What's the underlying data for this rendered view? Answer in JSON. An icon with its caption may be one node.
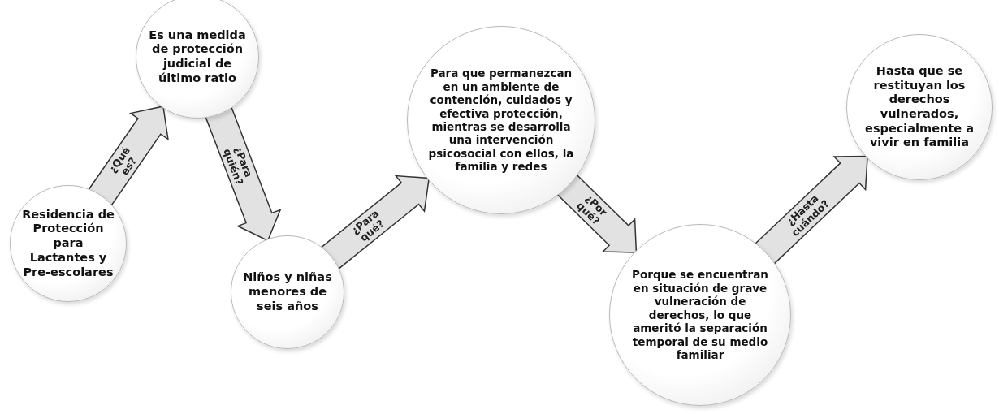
{
  "diagram": {
    "nodes": [
      {
        "text": [
          "Residencia de Protección para Lactantes y Pre-escolares"
        ]
      },
      {
        "text": [
          "Es una medida de protección judicial de último ratio"
        ]
      },
      {
        "text": [
          "Niños y niñas menores de seis años"
        ]
      },
      {
        "text": [
          "Para que permanezcan en un ambiente de contención, cuidados y efectiva protección, mientras se desarrolla una intervención psicosocial con ellos, la familia y redes"
        ]
      },
      {
        "text": [
          "Porque se encuentran en situación de grave vulneración de derechos, lo que ameritó la separación temporal de su medio familiar"
        ]
      },
      {
        "text": [
          "Hasta que se restituyan los derechos vulnerados, especialmente a vivir en familia"
        ]
      }
    ],
    "edges": [
      {
        "from": 0,
        "to": 1,
        "arrow": "to",
        "label": "¿Qué es?"
      },
      {
        "from": 1,
        "to": 2,
        "arrow": "to",
        "label": "¿Para quién?"
      },
      {
        "from": 2,
        "to": 3,
        "arrow": "to",
        "label": "¿Para qué?"
      },
      {
        "from": 3,
        "to": 4,
        "arrow": "to",
        "label": "¿Por qué?"
      },
      {
        "from": 4,
        "to": 5,
        "arrow": "to",
        "label": "¿Hasta cuándo?"
      }
    ]
  }
}
